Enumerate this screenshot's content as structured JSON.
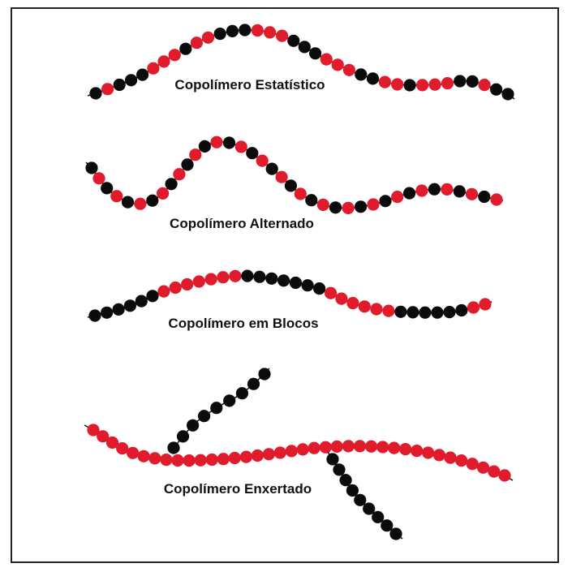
{
  "diagram": {
    "colors": {
      "red": "#e01b2c",
      "black": "#0b0b0b",
      "line": "#111111"
    },
    "panels": [
      {
        "id": "estatistico",
        "caption": "Copolímero Estatístico",
        "sequence": "KRKKKRRRKRRKKKRRRKKKRRRKKRRKRRRKKRKK"
      },
      {
        "id": "alternado",
        "caption": "Copolímero Alternado",
        "sequence": "KRKRKRKRKRKRKRKRKRKRKRKRKRKRKRKRKRKRKR"
      },
      {
        "id": "blocos",
        "caption": "Copolímero em Blocos",
        "sequence": "KKKKKKRRRRRRRKKKKKKKRRRRRRKKKKKKRR"
      },
      {
        "id": "enxertado",
        "caption": "Copolímero Enxertado",
        "sequence": "RRRRRRRRRRRRRRRRRRRRRRRRRRRRRRRRRRRRRR",
        "graft1_sequence": "KKKKKKKKK",
        "graft2_sequence": "KKKKKKKKK"
      }
    ]
  }
}
